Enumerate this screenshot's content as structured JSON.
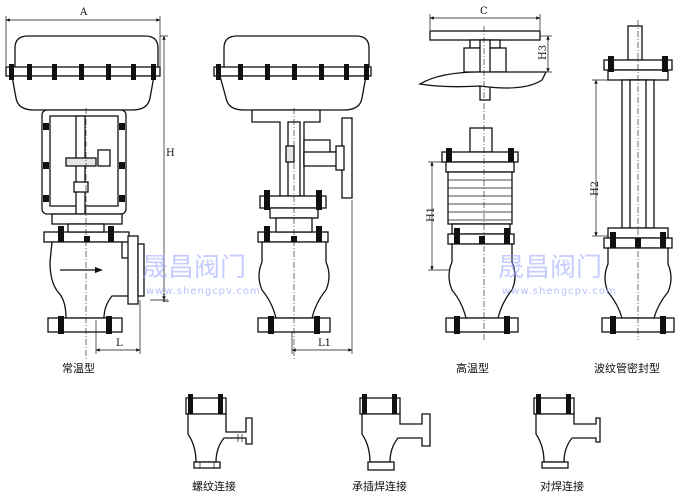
{
  "watermarks": [
    {
      "brand": "晟昌阀门",
      "url": "www.shengcpv.com"
    },
    {
      "brand": "晟昌阀门",
      "url": "www.shengcpv.com"
    }
  ],
  "captions": {
    "normal": "常温型",
    "high_temp": "高温型",
    "bellows": "波纹管密封型",
    "threaded": "螺纹连接",
    "socket_weld": "承插焊连接",
    "butt_weld": "对焊连接"
  },
  "dimensions": {
    "A": "A",
    "H": "H",
    "L": "L",
    "L1": "L1",
    "C": "C",
    "H3": "H3",
    "H1": "H1",
    "H2": "H2"
  }
}
